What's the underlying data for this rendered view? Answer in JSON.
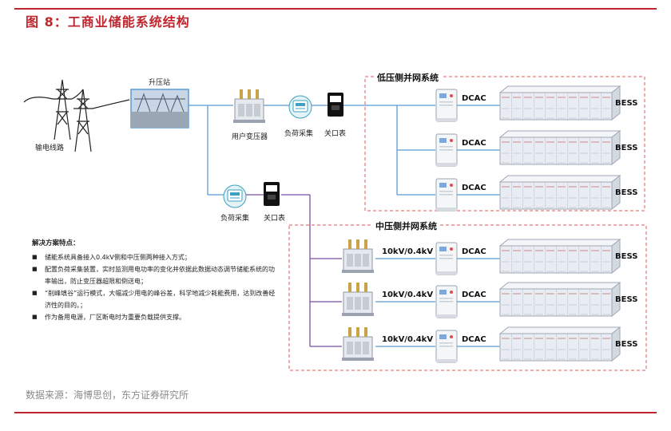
{
  "figure": {
    "title": "图 8：工商业储能系统结构",
    "source": "数据来源：海博思创，东方证券研究所"
  },
  "labels": {
    "transmission_line": "输电线路",
    "substation": "升压站",
    "user_transformer": "用户变压器",
    "load_collection_top": "负荷采集",
    "gateway_meter_top": "关口表",
    "load_collection_bottom": "负荷采集",
    "gateway_meter_bottom": "关口表",
    "low_voltage_section": "低压侧并网系统",
    "medium_voltage_section": "中压侧并网系统"
  },
  "low_voltage_branches": [
    {
      "converter": "DCAC",
      "storage": "BESS"
    },
    {
      "converter": "DCAC",
      "storage": "BESS"
    },
    {
      "converter": "DCAC",
      "storage": "BESS"
    }
  ],
  "medium_voltage_branches": [
    {
      "transformer": "10kV/0.4kV",
      "converter": "DCAC",
      "storage": "BESS"
    },
    {
      "transformer": "10kV/0.4kV",
      "converter": "DCAC",
      "storage": "BESS"
    },
    {
      "transformer": "10kV/0.4kV",
      "converter": "DCAC",
      "storage": "BESS"
    }
  ],
  "notes": {
    "title": "解决方案特点：",
    "items": [
      "储能系统具备接入0.4kV侧和中压侧两种接入方式；",
      "配置负荷采集装置，实时监测用电功率的变化并依据此数据动态调节储能系统的功率输出，防止变压器超限和倒送电；",
      "“削峰填谷”运行模式，大幅减少用电的峰谷差，科学地减少耗能费用，达到改善经济性的目的。；",
      "作为备用电源，厂区断电时为重要负载提供支撑。"
    ]
  },
  "colors": {
    "accent": "#c0262e",
    "line_upper": "#5b9bd5",
    "line_lower": "#7b4ea8",
    "dash_box": "#e05a5a"
  }
}
